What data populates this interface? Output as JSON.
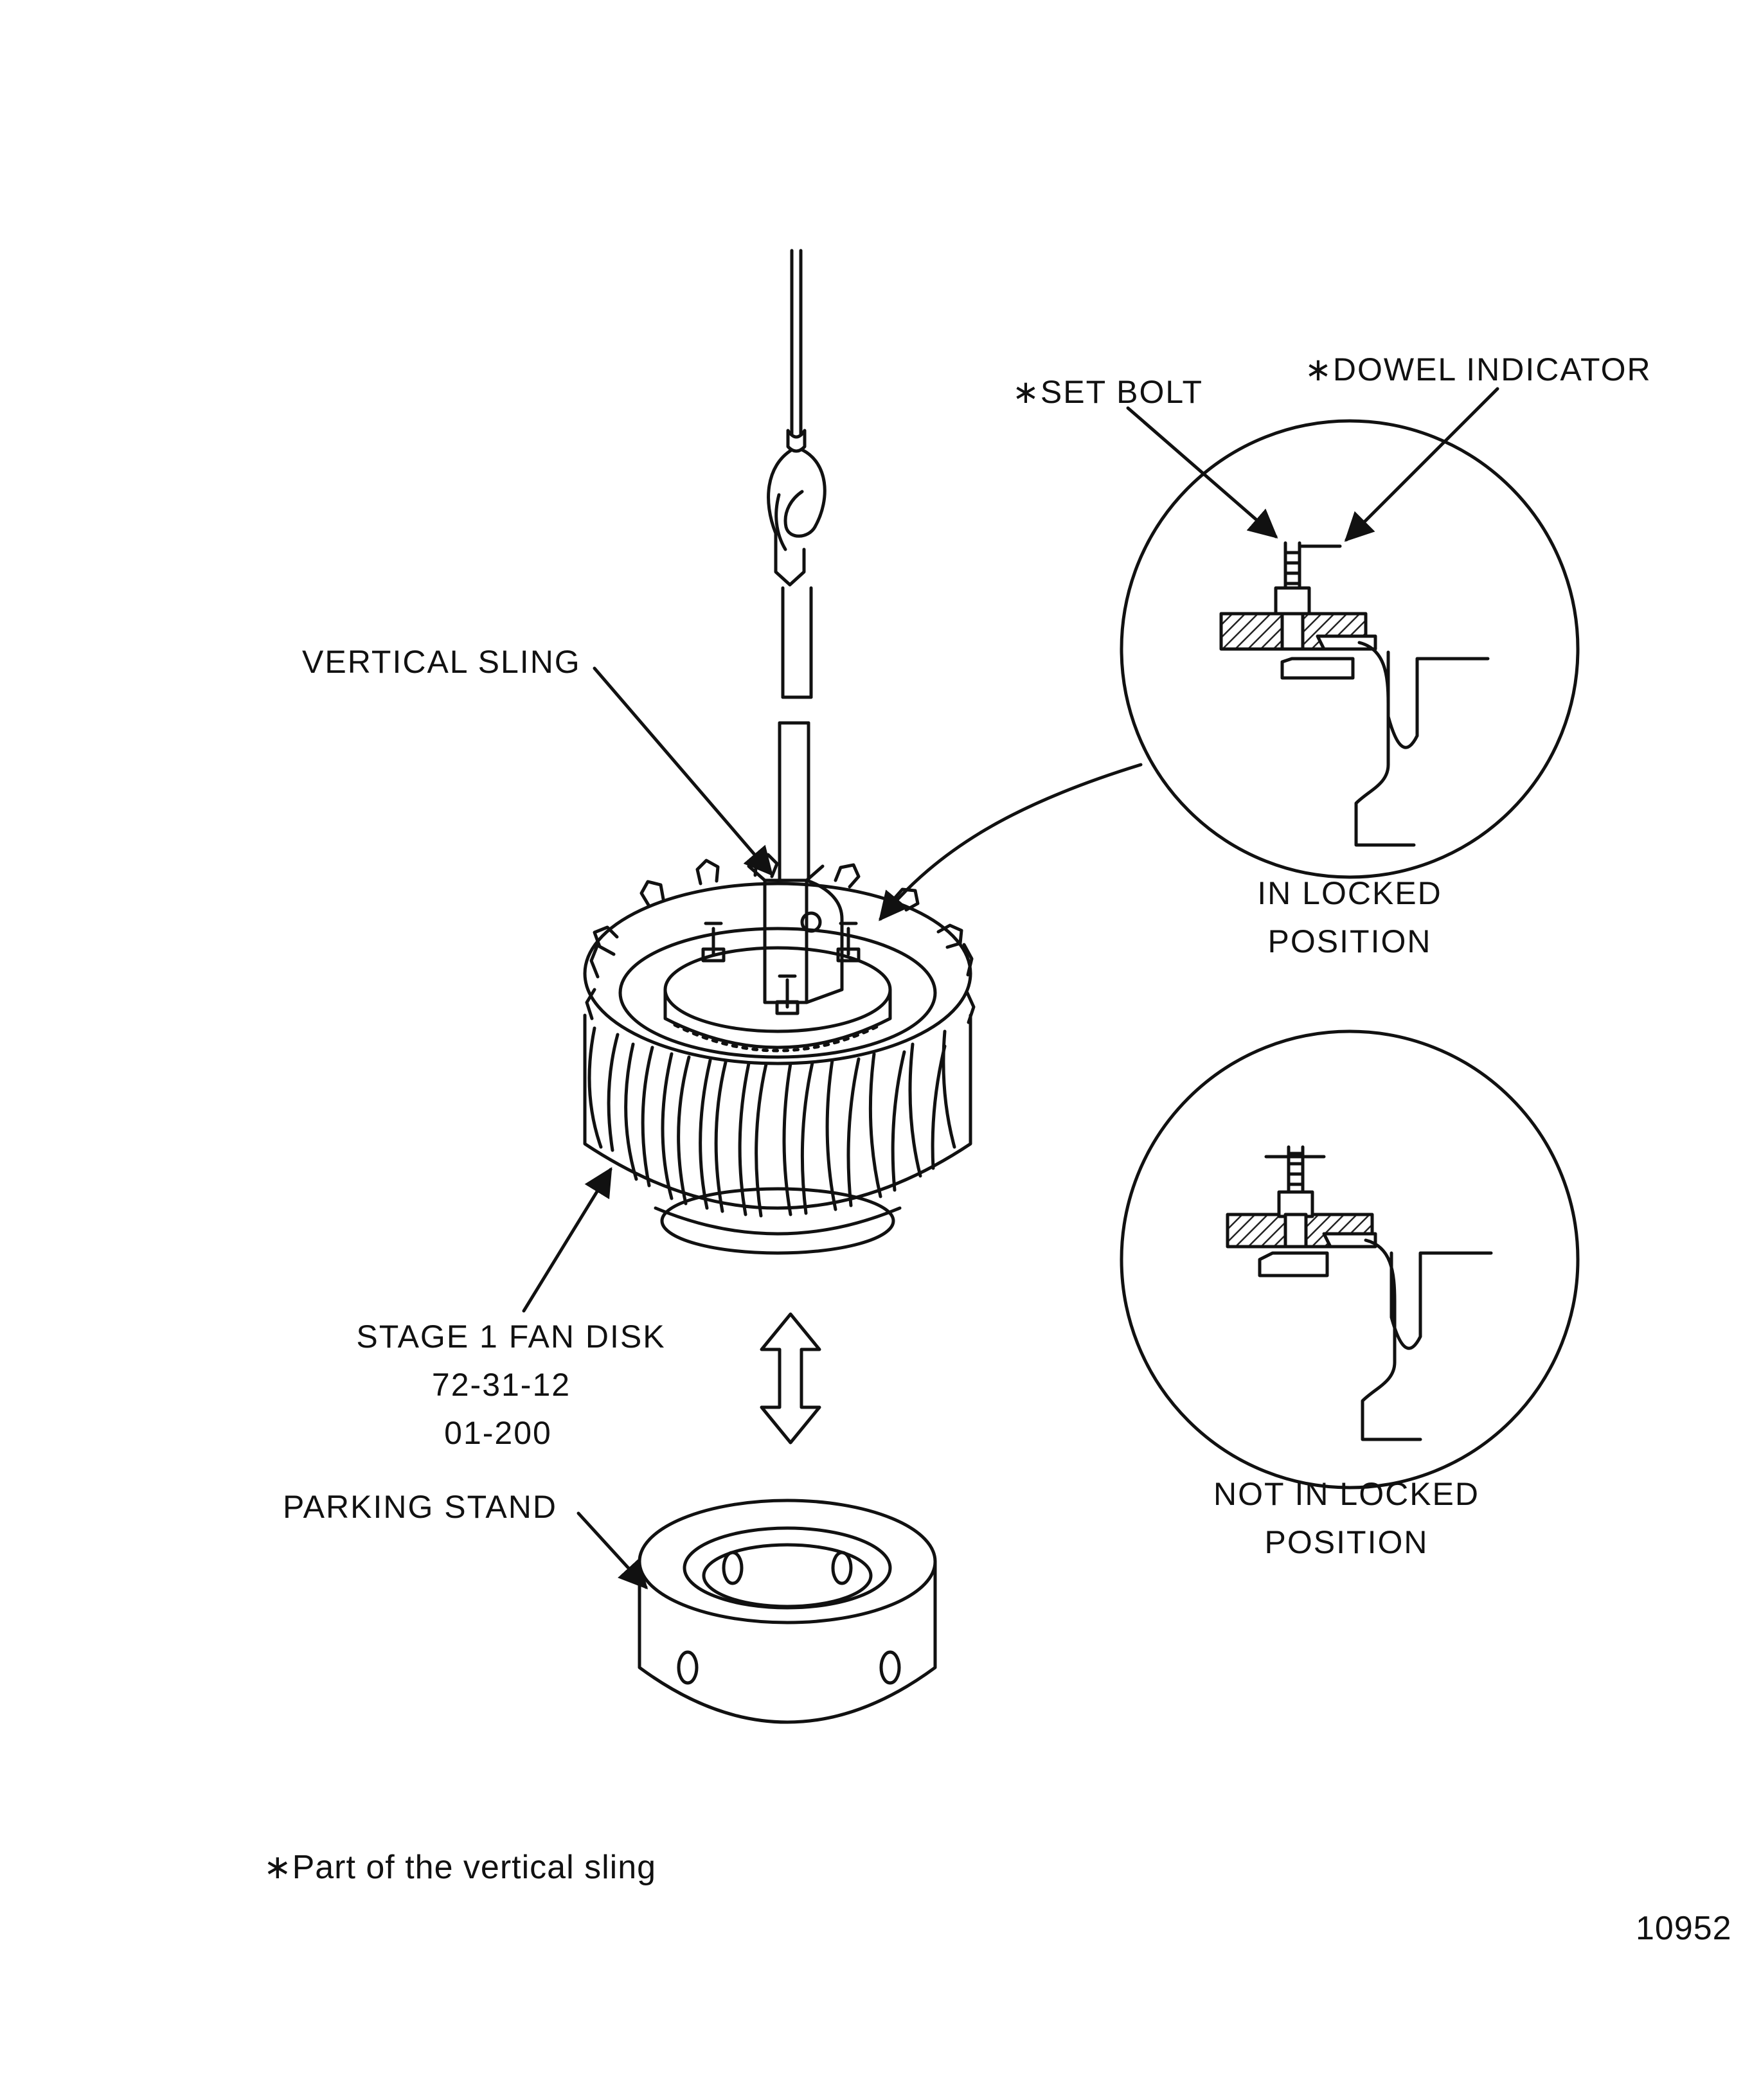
{
  "colors": {
    "ink": "#111111",
    "paper": "#ffffff",
    "hatch": "#222222"
  },
  "labels": {
    "set_bolt": "∗SET BOLT",
    "dowel_indicator": "∗DOWEL INDICATOR",
    "vertical_sling": "VERTICAL SLING",
    "in_locked_line1": "IN LOCKED",
    "in_locked_line2": "POSITION",
    "not_locked_line1": "NOT IN LOCKED",
    "not_locked_line2": "POSITION",
    "fan_disk_line1": "STAGE 1 FAN DISK",
    "fan_disk_line2": "72-31-12",
    "fan_disk_line3": "01-200",
    "parking_stand": "PARKING STAND",
    "footnote": "∗Part of the vertical sling",
    "figure_number": "10952"
  }
}
